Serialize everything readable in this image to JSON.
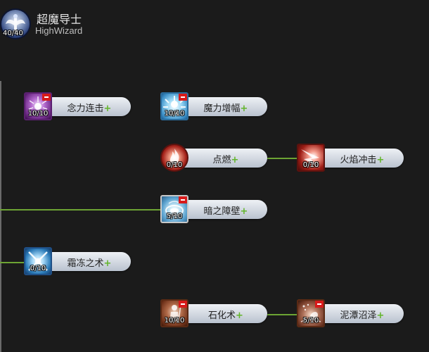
{
  "class": {
    "name": "超魔导士",
    "name_en": "HighWizard",
    "points": "40/40",
    "icon": "winged-staff-emblem-icon"
  },
  "skills": [
    {
      "name": "念力连击",
      "level": "10/10",
      "icon": "psychic-burst-icon",
      "has_minus": true
    },
    {
      "name": "魔力增幅",
      "level": "10/10",
      "icon": "mana-amplify-icon",
      "has_minus": true
    },
    {
      "name": "点燃",
      "level": "0/10",
      "icon": "flame-icon",
      "has_minus": false
    },
    {
      "name": "火焰冲击",
      "level": "0/10",
      "icon": "fire-blast-icon",
      "has_minus": false
    },
    {
      "name": "暗之障壁",
      "level": "5/10",
      "icon": "dark-barrier-icon",
      "has_minus": true
    },
    {
      "name": "霜冻之术",
      "level": "0/10",
      "icon": "frost-cross-icon",
      "has_minus": false
    },
    {
      "name": "石化术",
      "level": "10/10",
      "icon": "petrify-icon",
      "has_minus": true
    },
    {
      "name": "泥潭沼泽",
      "level": "5/10",
      "icon": "swamp-icon",
      "has_minus": true
    }
  ],
  "ui": {
    "plus": "+",
    "colors": {
      "background": "#1b1b1b",
      "connector": "#6da434",
      "plus": "#62b52a",
      "minus": "#d81a1a"
    }
  }
}
